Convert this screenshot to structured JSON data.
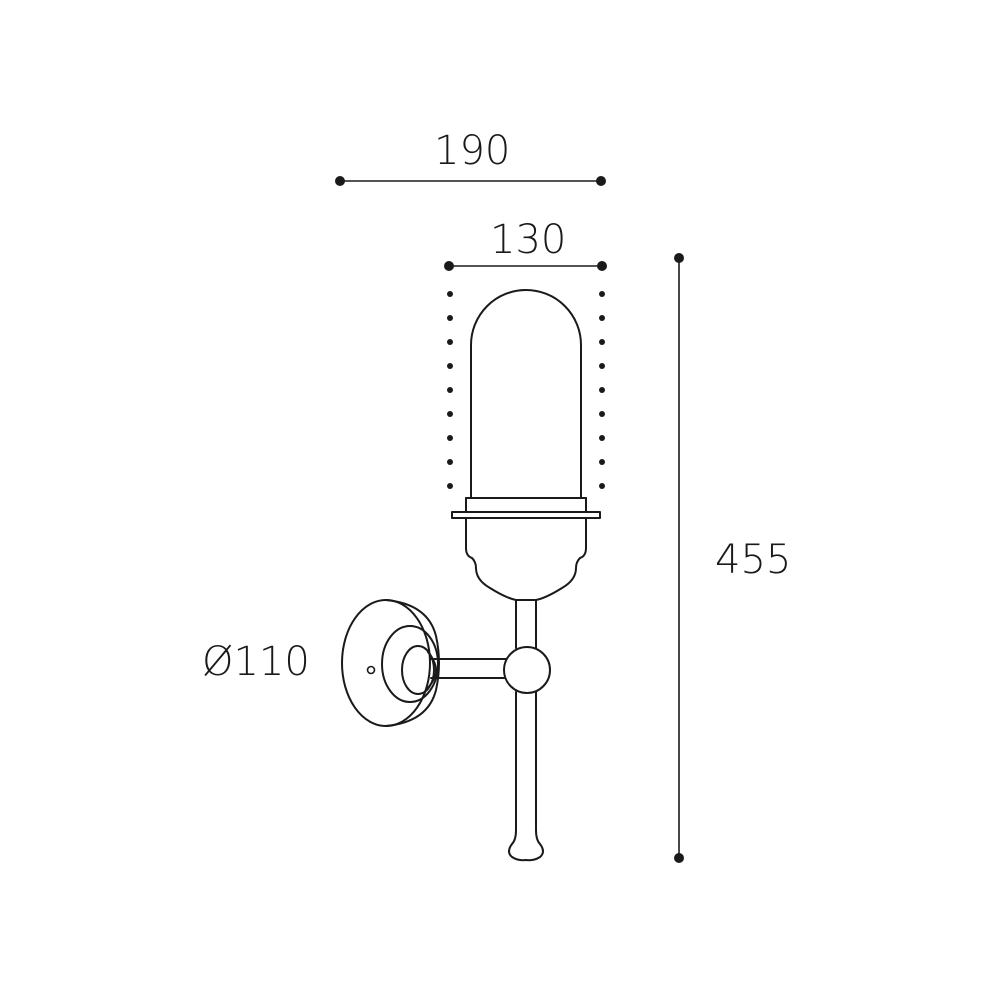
{
  "dimensions": {
    "overall_width": "190",
    "glass_width": "130",
    "overall_height": "455",
    "backplate_diameter": "Ø110"
  },
  "colors": {
    "line": "#1a1a1a",
    "background": "#ffffff"
  }
}
